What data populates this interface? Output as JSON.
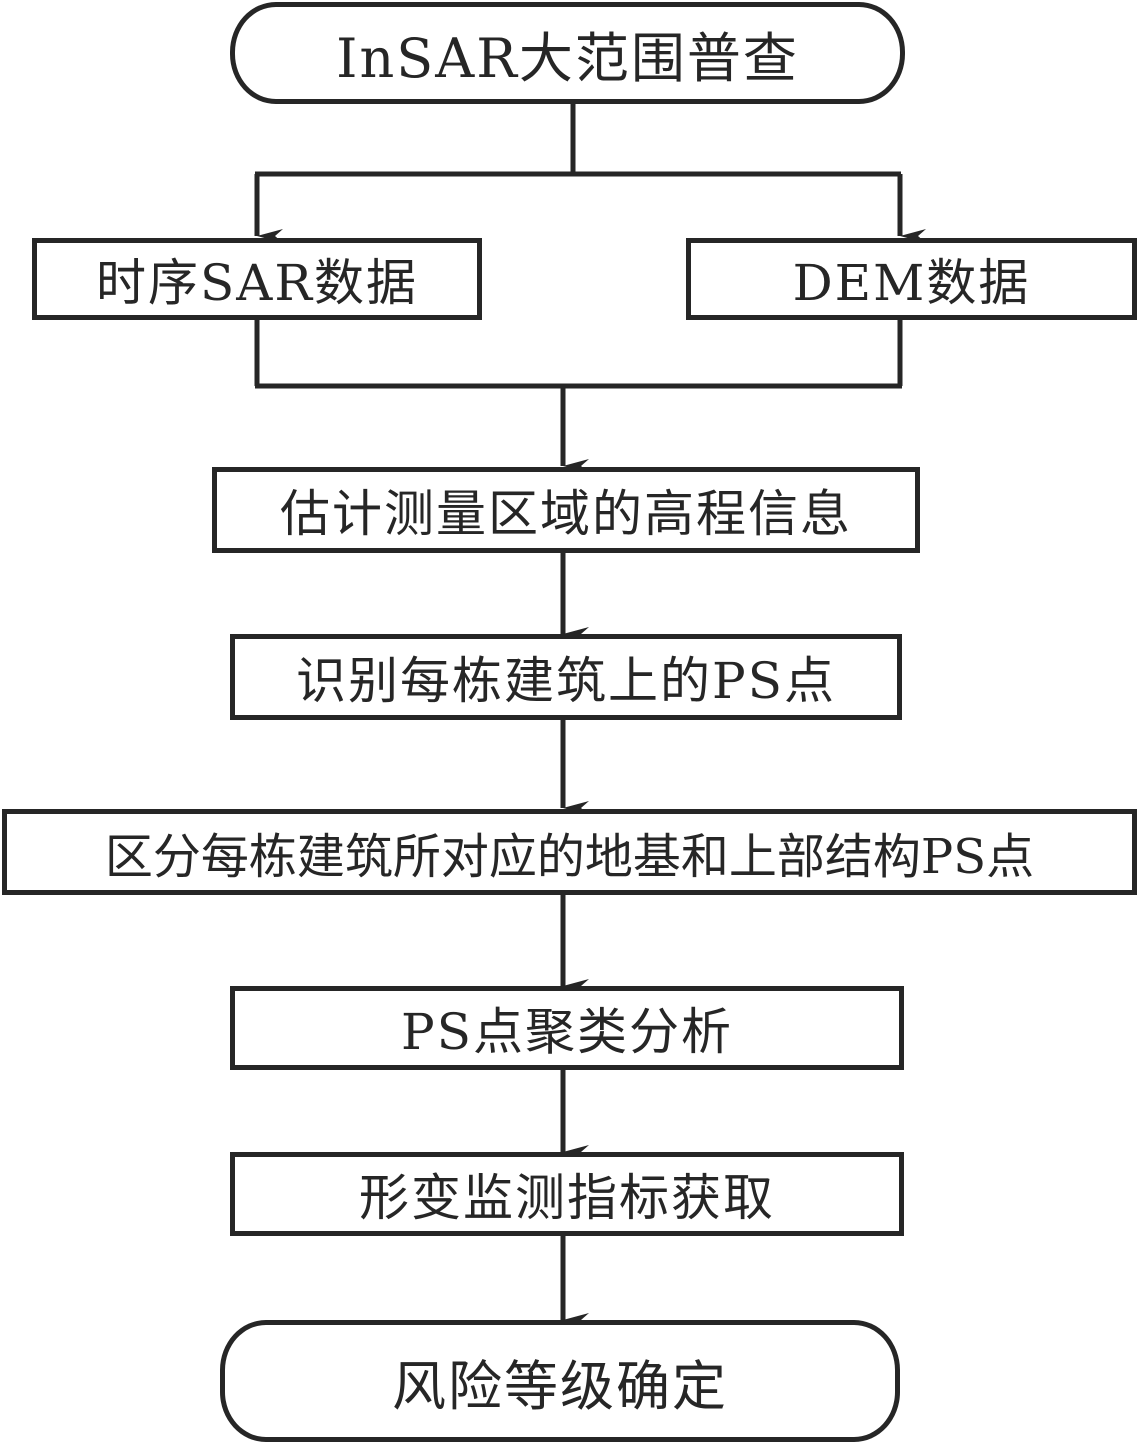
{
  "diagram": {
    "type": "flowchart",
    "line_color": "#262626",
    "nodes": [
      {
        "id": "start",
        "label": "InSAR大范围普查",
        "shape": "terminal"
      },
      {
        "id": "sar",
        "label": "时序SAR数据",
        "shape": "process"
      },
      {
        "id": "dem",
        "label": "DEM数据",
        "shape": "process"
      },
      {
        "id": "elev",
        "label": "估计测量区域的高程信息",
        "shape": "process"
      },
      {
        "id": "identify",
        "label": "识别每栋建筑上的PS点",
        "shape": "process"
      },
      {
        "id": "distinguish",
        "label": "区分每栋建筑所对应的地基和上部结构PS点",
        "shape": "process"
      },
      {
        "id": "cluster",
        "label": "PS点聚类分析",
        "shape": "process"
      },
      {
        "id": "indicator",
        "label": "形变监测指标获取",
        "shape": "process"
      },
      {
        "id": "end",
        "label": "风险等级确定",
        "shape": "terminal"
      }
    ],
    "edges": [
      {
        "from": "start",
        "to": "sar"
      },
      {
        "from": "start",
        "to": "dem"
      },
      {
        "from": "sar",
        "to": "elev"
      },
      {
        "from": "dem",
        "to": "elev"
      },
      {
        "from": "elev",
        "to": "identify"
      },
      {
        "from": "identify",
        "to": "distinguish"
      },
      {
        "from": "distinguish",
        "to": "cluster"
      },
      {
        "from": "cluster",
        "to": "indicator"
      },
      {
        "from": "indicator",
        "to": "end"
      }
    ]
  }
}
